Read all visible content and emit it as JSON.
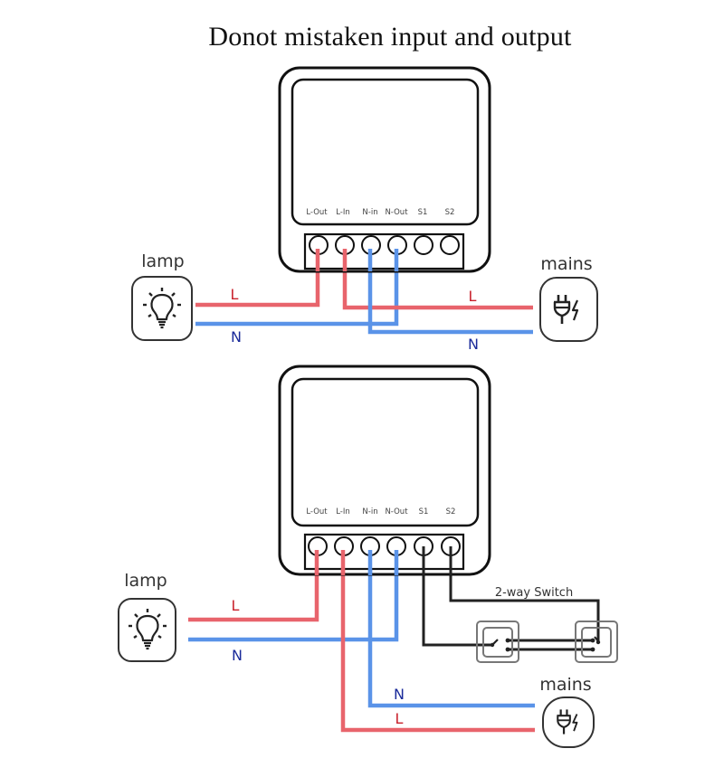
{
  "title": "Donot mistaken input and output",
  "colors": {
    "live": "#e8646c",
    "neutral": "#5a93e8",
    "switch_wire": "#222222",
    "live_label": "#c8202a",
    "neutral_label": "#1a2a9a",
    "outline": "#111111"
  },
  "terminals": [
    "L-Out",
    "L-In",
    "N-in",
    "N-Out",
    "S1",
    "S2"
  ],
  "diagrams": [
    {
      "name": "basic-wiring",
      "lamp_label": "lamp",
      "mains_label": "mains",
      "lamp_wire_labels": {
        "L": "L",
        "N": "N"
      },
      "mains_wire_labels": {
        "L": "L",
        "N": "N"
      },
      "connections": [
        {
          "from": "lamp.L",
          "to": "L-Out",
          "type": "live"
        },
        {
          "from": "lamp.N",
          "to": "N-Out",
          "type": "neutral"
        },
        {
          "from": "mains.L",
          "to": "L-In",
          "type": "live"
        },
        {
          "from": "mains.N",
          "to": "N-in",
          "type": "neutral"
        }
      ]
    },
    {
      "name": "two-way-switch-wiring",
      "lamp_label": "lamp",
      "mains_label": "mains",
      "switch_label": "2-way Switch",
      "lamp_wire_labels": {
        "L": "L",
        "N": "N"
      },
      "mains_wire_labels": {
        "L": "L",
        "N": "N"
      },
      "connections": [
        {
          "from": "lamp.L",
          "to": "L-Out",
          "type": "live"
        },
        {
          "from": "lamp.N",
          "to": "N-Out",
          "type": "neutral"
        },
        {
          "from": "mains.L",
          "to": "L-In",
          "type": "live"
        },
        {
          "from": "mains.N",
          "to": "N-in",
          "type": "neutral"
        },
        {
          "from": "S1",
          "to": "switch-1",
          "type": "switch"
        },
        {
          "from": "S2",
          "to": "switch-2",
          "type": "switch"
        }
      ]
    }
  ]
}
